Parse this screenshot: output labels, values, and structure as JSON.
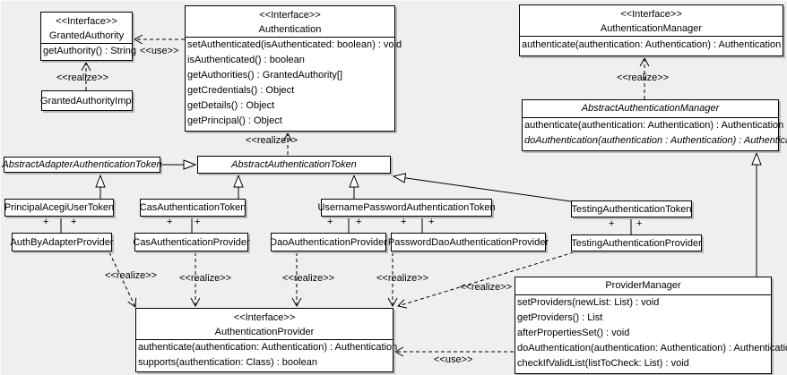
{
  "labels": {
    "use": "<<use>>",
    "realize": "<<realize>>",
    "plus": "+"
  },
  "colors": {
    "background": "#efefef",
    "box_fill": "#ffffff",
    "line": "#000000",
    "shadow": "#b9b9b9"
  },
  "classes": {
    "granted_authority": {
      "stereotype": "<<Interface>>",
      "name": "GrantedAuthority",
      "methods": [
        "getAuthority() : String"
      ]
    },
    "granted_authority_impl": {
      "name": "GrantedAuthorityImpl"
    },
    "authentication": {
      "stereotype": "<<Interface>>",
      "name": "Authentication",
      "methods": [
        "setAuthenticated(isAuthenticated: boolean) : void",
        "isAuthenticated() : boolean",
        "getAuthorities() : GrantedAuthority[]",
        "getCredentials() : Object",
        "getDetails() : Object",
        "getPrincipal() : Object"
      ]
    },
    "authentication_manager": {
      "stereotype": "<<Interface>>",
      "name": "AuthenticationManager",
      "methods": [
        "authenticate(authentication: Authentication) : Authentication"
      ]
    },
    "abstract_authentication_manager": {
      "name": "AbstractAuthenticationManager",
      "methods": [
        "authenticate(authentication: Authentication) : Authentication",
        "doAuthentication(authentication : Authentication) : Authentication"
      ]
    },
    "abstract_adapter_authentication_token": {
      "name": "AbstractAdapterAuthenticationToken"
    },
    "abstract_authentication_token": {
      "name": "AbstractAuthenticationToken"
    },
    "principal_acegi_user_token": {
      "name": "PrincipalAcegiUserToken"
    },
    "cas_authentication_token": {
      "name": "CasAuthenticationToken"
    },
    "username_password_authentication_token": {
      "name": "UsernamePasswordAuthenticationToken"
    },
    "testing_authentication_token": {
      "name": "TestingAuthenticationToken"
    },
    "auth_by_adapter_provider": {
      "name": "AuthByAdapterProvider"
    },
    "cas_authentication_provider": {
      "name": "CasAuthenticationProvider"
    },
    "dao_authentication_provider": {
      "name": "DaoAuthenticationProvider"
    },
    "password_dao_authentication_provider": {
      "name": "PasswordDaoAuthenticationProvider"
    },
    "testing_authentication_provider": {
      "name": "TestingAuthenticationProvider"
    },
    "authentication_provider": {
      "stereotype": "<<Interface>>",
      "name": "AuthenticationProvider",
      "methods": [
        "authenticate(authentication: Authentication) : Authentication",
        "supports(authentication: Class) : boolean"
      ]
    },
    "provider_manager": {
      "name": "ProviderManager",
      "methods": [
        "setProviders(newList: List) : void",
        "getProviders() : List",
        "afterPropertiesSet() : void",
        "doAuthentication(authentication: Authentication) : Authentication",
        "checkIfValidList(listToCheck: List) : void"
      ]
    }
  }
}
